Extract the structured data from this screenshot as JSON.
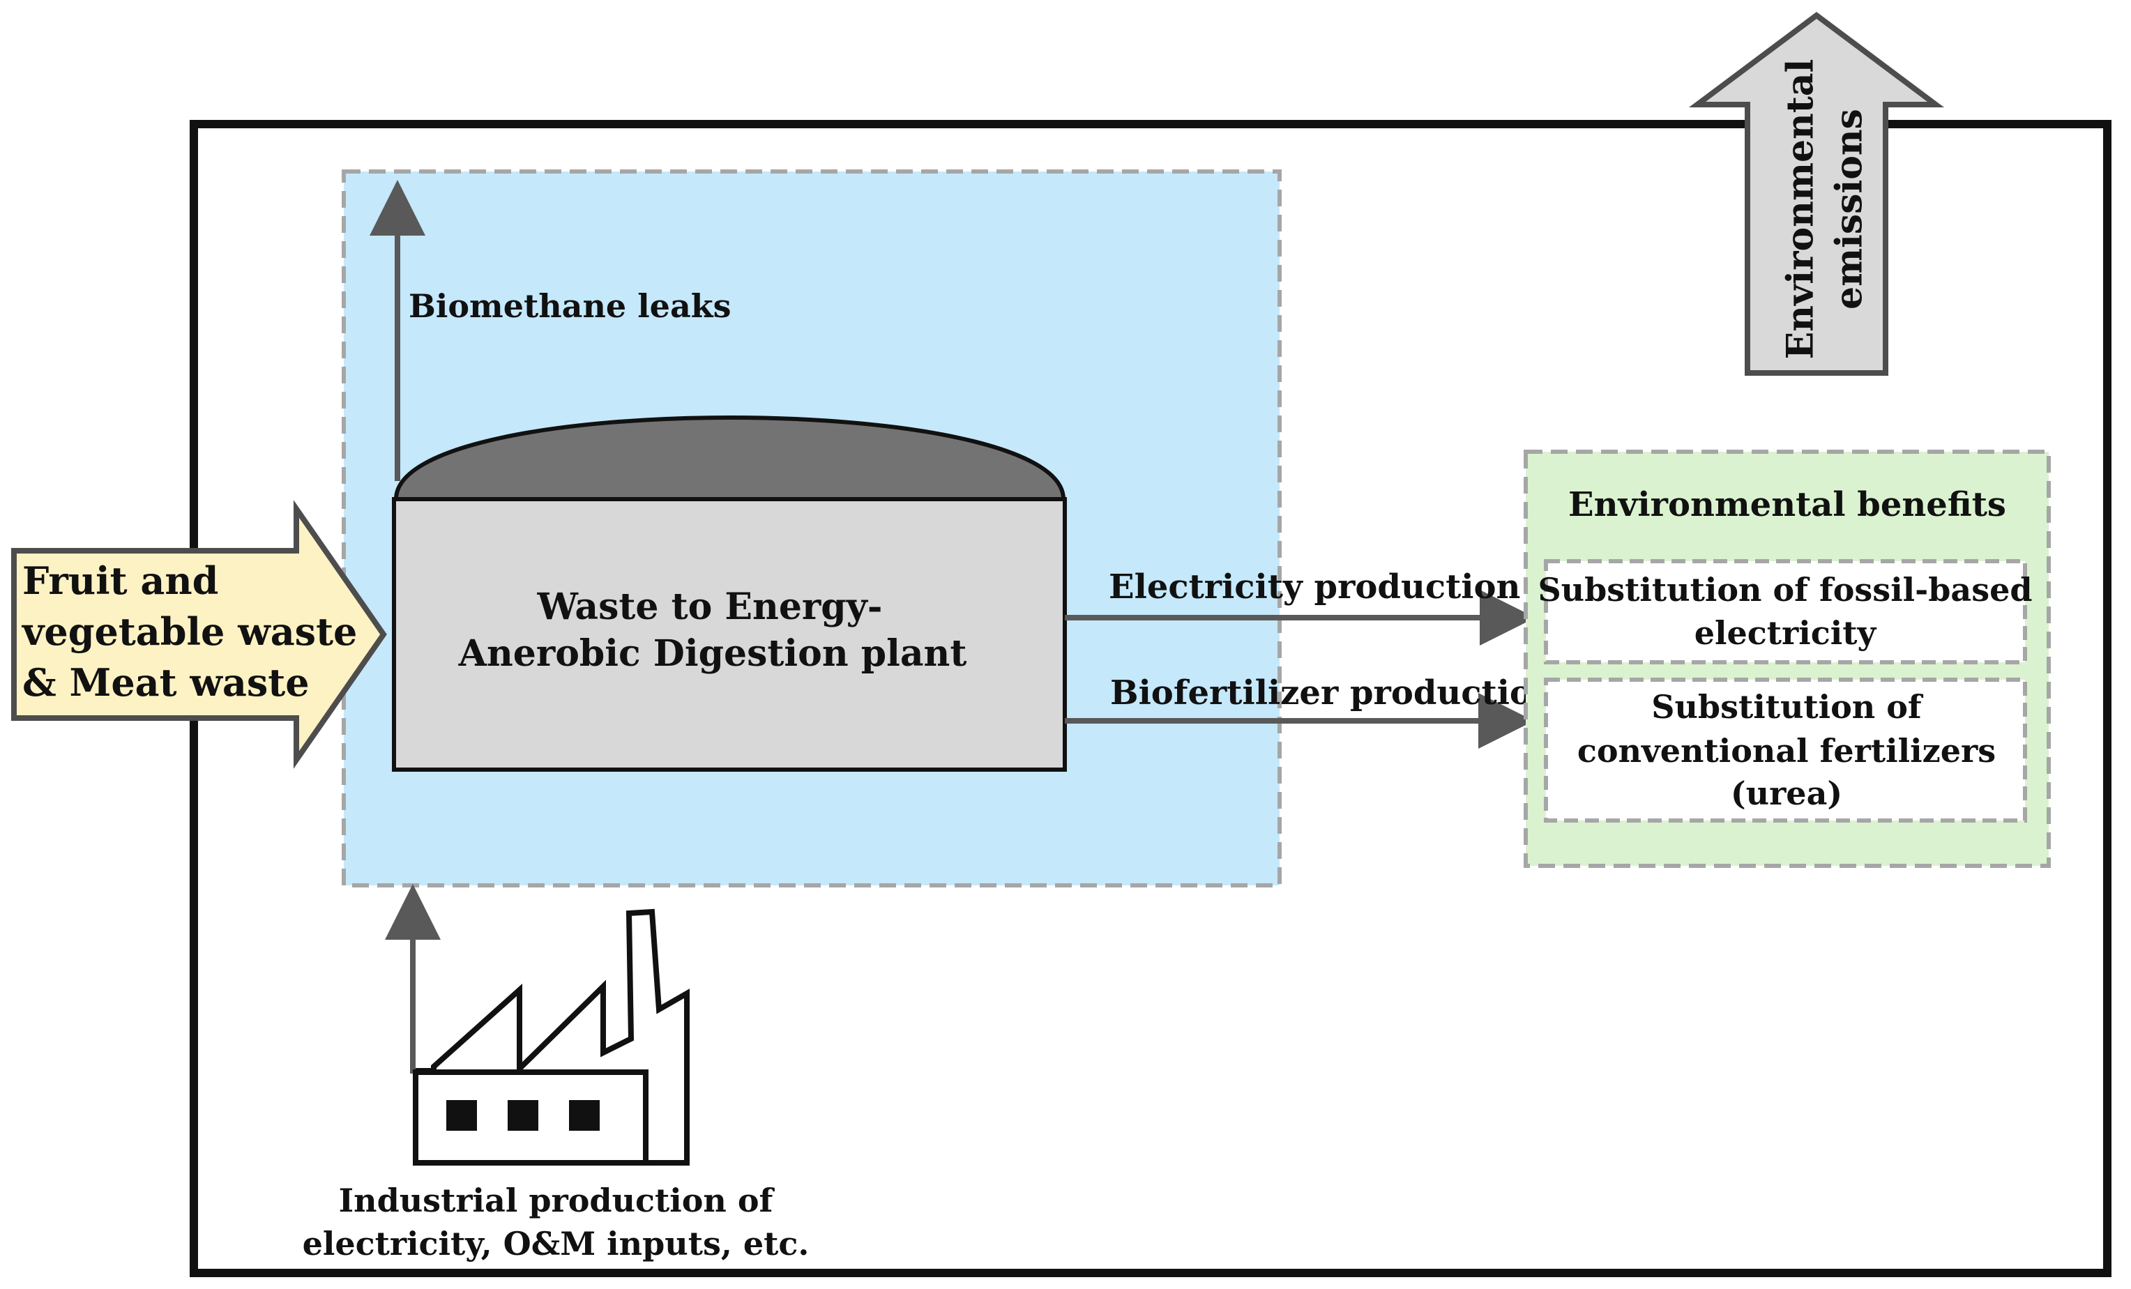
{
  "labels": {
    "input_line1": "Fruit and",
    "input_line2": "vegetable waste",
    "input_line3": "& Meat waste",
    "leaks": "Biomethane leaks",
    "plant_line1": "Waste to Energy-",
    "plant_line2": "Anerobic Digestion plant",
    "electricity": "Electricity production",
    "biofertilizer": "Biofertilizer production",
    "emissions_line1": "Environmental",
    "emissions_line2": "emissions",
    "benefits_title": "Environmental benefits",
    "benefit1_line1": "Substitution of fossil-based",
    "benefit1_line2": "electricity",
    "benefit2_line1": "Substitution of",
    "benefit2_line2": "conventional fertilizers",
    "benefit2_line3": "(urea)",
    "industrial_line1": "Industrial production of",
    "industrial_line2": "electricity, O&M inputs, etc."
  },
  "colors": {
    "system_fill": "#c5e8fb",
    "benefits_fill": "#daf2d0",
    "input_fill": "#fdf2c3",
    "plant_body": "#d8d8d8",
    "plant_dome": "#737373",
    "emissions_fill": "#d9d9d9",
    "arrow": "#595959",
    "dash": "#a6a6a6"
  },
  "icons": {
    "factory": "factory-icon"
  }
}
